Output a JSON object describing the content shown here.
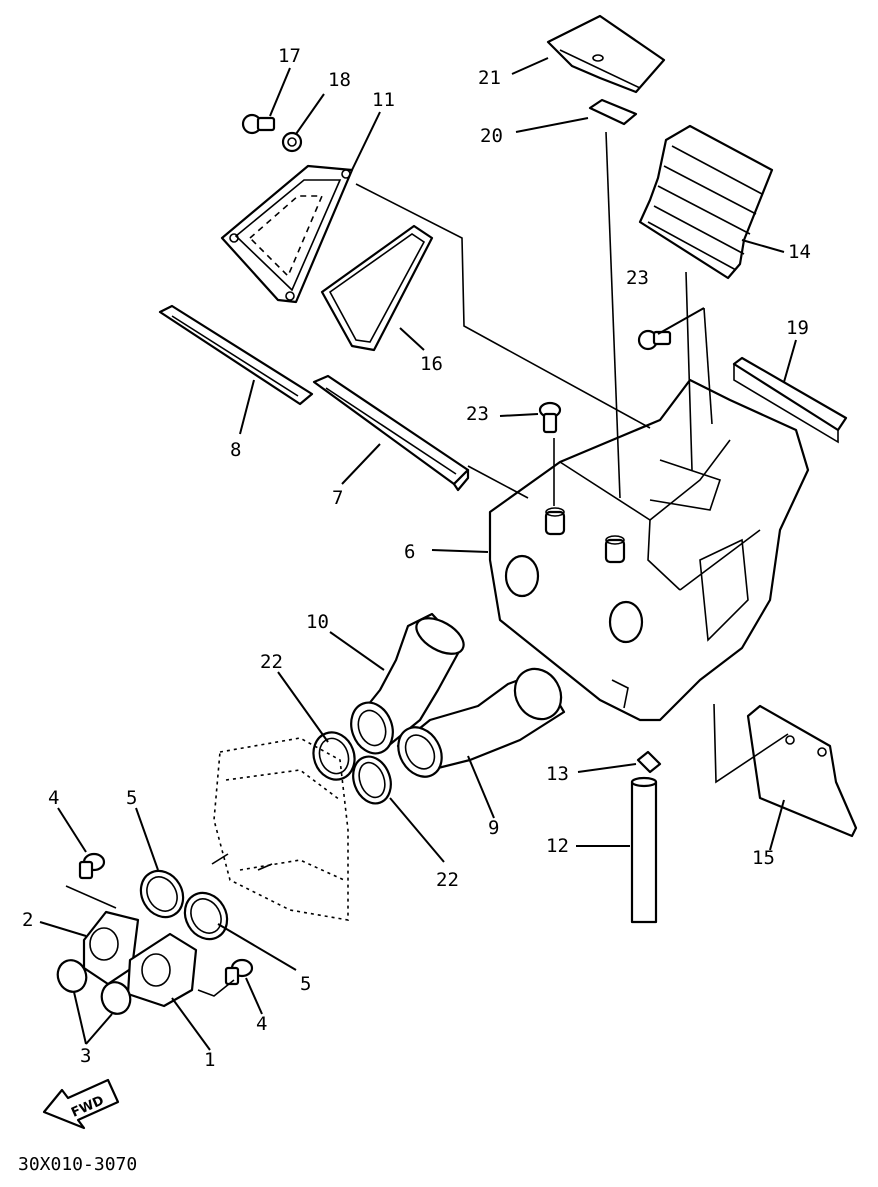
{
  "diagram": {
    "ref_code": "30X010-3070",
    "fwd_label": "FWD",
    "labels": {
      "l1": "1",
      "l2": "2",
      "l3": "3",
      "l4a": "4",
      "l4b": "4",
      "l5a": "5",
      "l5b": "5",
      "l6": "6",
      "l7": "7",
      "l8": "8",
      "l9": "9",
      "l10": "10",
      "l11": "11",
      "l12": "12",
      "l13": "13",
      "l14": "14",
      "l15": "15",
      "l16": "16",
      "l17": "17",
      "l18": "18",
      "l19": "19",
      "l20": "20",
      "l21": "21",
      "l22a": "22",
      "l22b": "22",
      "l23a": "23",
      "l23b": "23"
    }
  }
}
